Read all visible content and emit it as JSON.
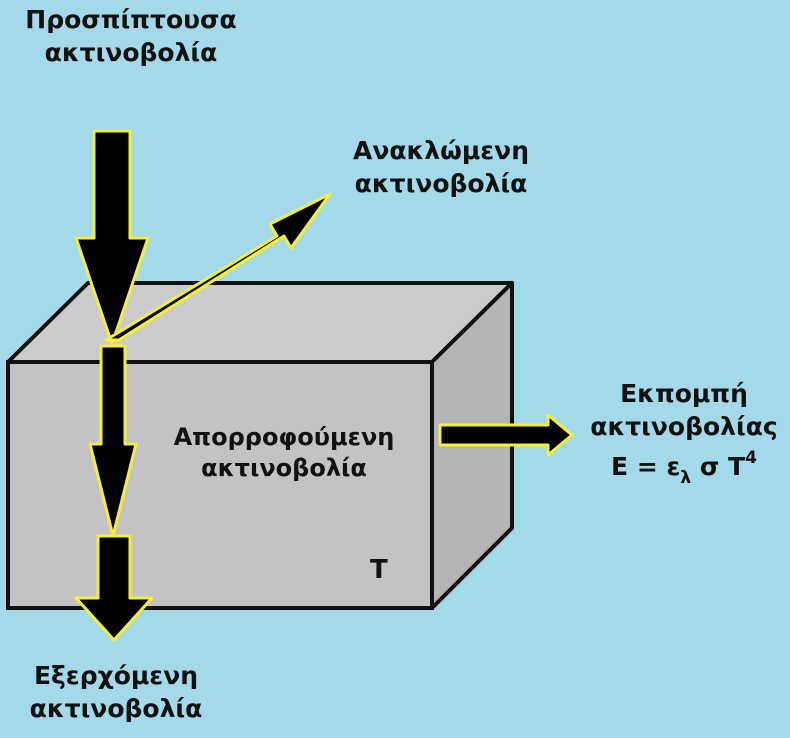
{
  "labels": {
    "incident_line1": "Προσπίπτουσα",
    "incident_line2": "ακτινοβολία",
    "reflected_line1": "Ανακλώμενη",
    "reflected_line2": "ακτινοβολία",
    "absorbed_line1": "Απορροφούμενη",
    "absorbed_line2": "ακτινοβολία",
    "emitted_line1": "Εκπομπή",
    "emitted_line2": "ακτινοβολίας",
    "transmitted_line1": "Εξερχόμενη",
    "transmitted_line2": "ακτινοβολία",
    "temperature": "T"
  },
  "formula": {
    "lhs": "E = ε",
    "subscript": "λ",
    "rhs": " σ T",
    "superscript": "4"
  },
  "colors": {
    "background": "#a3d9e8",
    "box_front": "#c3c3c3",
    "box_top": "#cbcbcb",
    "box_side": "#b5b5b5",
    "box_edge": "#111111",
    "arrow_fill": "#000000",
    "arrow_glow": "#f3ef3a"
  }
}
